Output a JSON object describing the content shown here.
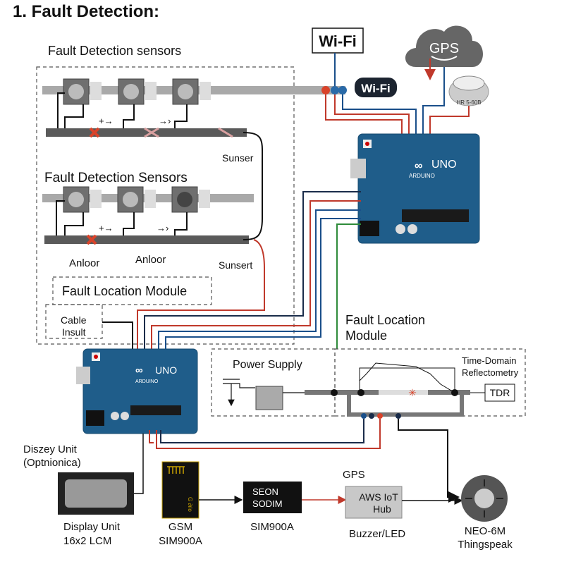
{
  "title": "1. Fault Detection:",
  "sensors_section": {
    "heading": "Fault Detection sensors",
    "heading2": "Fault Detection Sensors",
    "row1_sensor_label": "Sunser",
    "row2_labels": [
      "Anloor",
      "Anloor"
    ],
    "row2_sensor_label": "Sunsert",
    "arrow_marks": [
      "+→",
      "→›"
    ]
  },
  "fault_location_box": "Fault Location Module",
  "cable_insult_box": [
    "Cable",
    "Insult"
  ],
  "wifi": {
    "box_label": "Wi-Fi",
    "logo_label": "Wi-Fi"
  },
  "cloud": {
    "label": "GPS"
  },
  "sensor_disk": {
    "label": "HR 5-60B"
  },
  "arduino_top": {
    "brand": "ARDUINO",
    "model": "UNO"
  },
  "arduino_bottom": {
    "brand": "ARDUINO",
    "model": "UNO"
  },
  "fault_location_module": {
    "heading": [
      "Fault Location",
      "Module"
    ],
    "power_supply": "Power Supply",
    "tdr_title": [
      "Time-Domain",
      "Reflectometry"
    ],
    "tdr_box": "TDR"
  },
  "bottom_row": {
    "display_heading": [
      "Diszey Unit",
      "(Optnionica)"
    ],
    "display_label": [
      "Display Unit",
      "16x2 LCM"
    ],
    "gsm_label": [
      "GSM",
      "SIM900A"
    ],
    "sim_module_text": [
      "SEON",
      "SODIM"
    ],
    "sim_label": "SIM900A",
    "gps_label": "GPS",
    "aws_text": [
      "AWS IoT",
      "Hub"
    ],
    "aws_label": "Buzzer/LED",
    "neo_label": [
      "NEO-6M",
      "Thingspeak"
    ]
  },
  "colors": {
    "board": "#1f5d8a",
    "wire_red": "#c0392b",
    "wire_blue": "#1a4f8a",
    "wire_green": "#2e8b3a",
    "cloud": "#666666"
  }
}
